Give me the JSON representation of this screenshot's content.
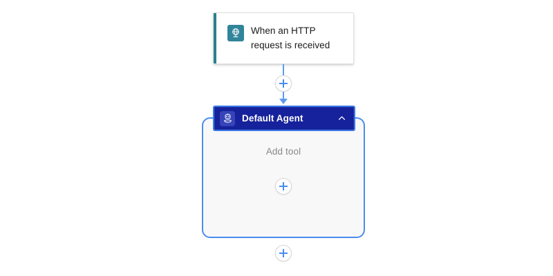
{
  "canvas": {
    "background_color": "#ffffff"
  },
  "trigger_node": {
    "title_line_1": "When an HTTP",
    "title_line_2": "request is received",
    "icon_name": "http-request-globe-icon",
    "accent_color": "#2a7f8e",
    "icon_background_color": "#31859b"
  },
  "connector": {
    "line_color": "#5b9bf0",
    "add_step_plus_label": "+",
    "arrow_direction": "down"
  },
  "agent_node": {
    "header": {
      "title": "Default Agent",
      "icon_name": "robot-agent-icon",
      "collapse_icon_name": "chevron-up-icon",
      "background_color": "#16219c",
      "selection_ring_color": "#3b78e7",
      "icon_background_color": "#3644b8"
    },
    "body": {
      "add_tool_label": "Add tool",
      "add_tool_plus_label": "+",
      "border_color": "#4a8ced",
      "fill_color": "#f8f8f8"
    }
  },
  "bottom_connector": {
    "add_step_plus_label": "+"
  }
}
